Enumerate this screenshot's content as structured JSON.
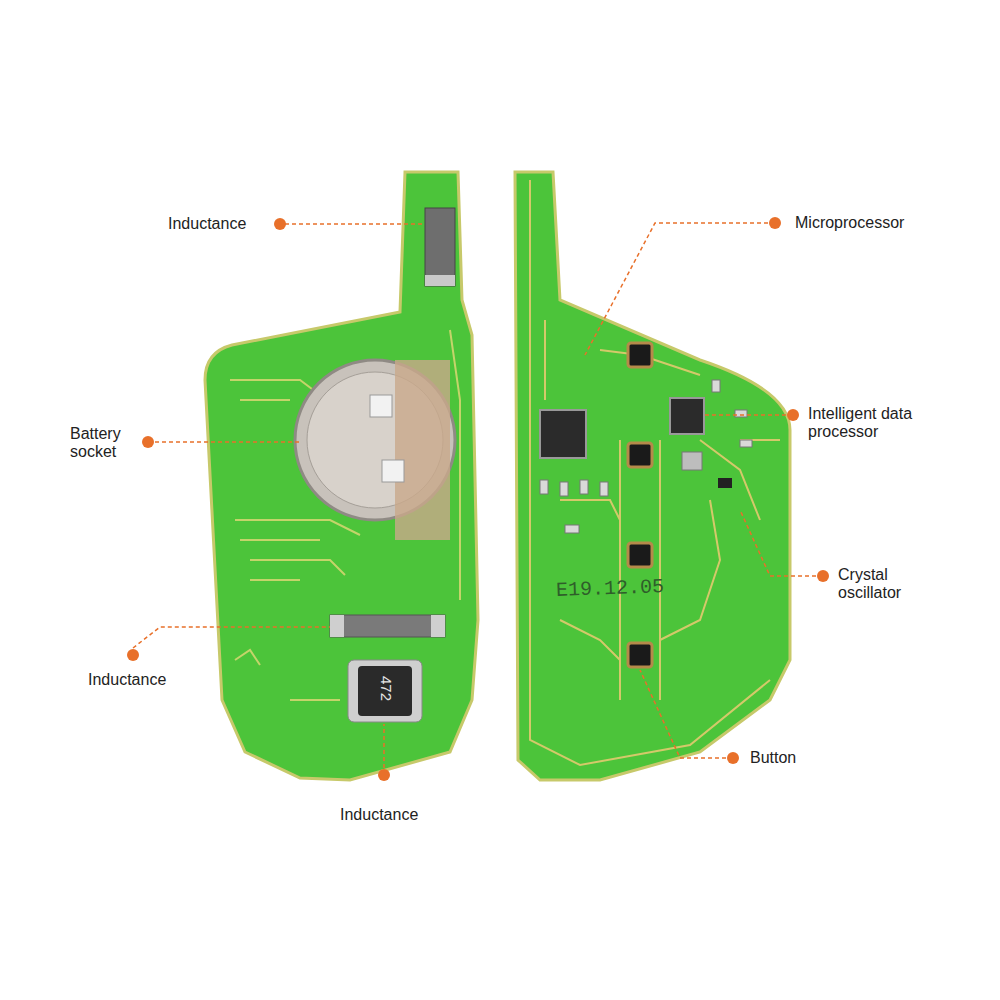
{
  "diagram": {
    "labels": [
      "Inductance",
      "Microprocessor",
      "Intelligent data processor",
      "Battery socket",
      "Crystal oscillator",
      "E19.12.05",
      "Inductance",
      "472",
      "Button",
      "Inductance"
    ]
  }
}
